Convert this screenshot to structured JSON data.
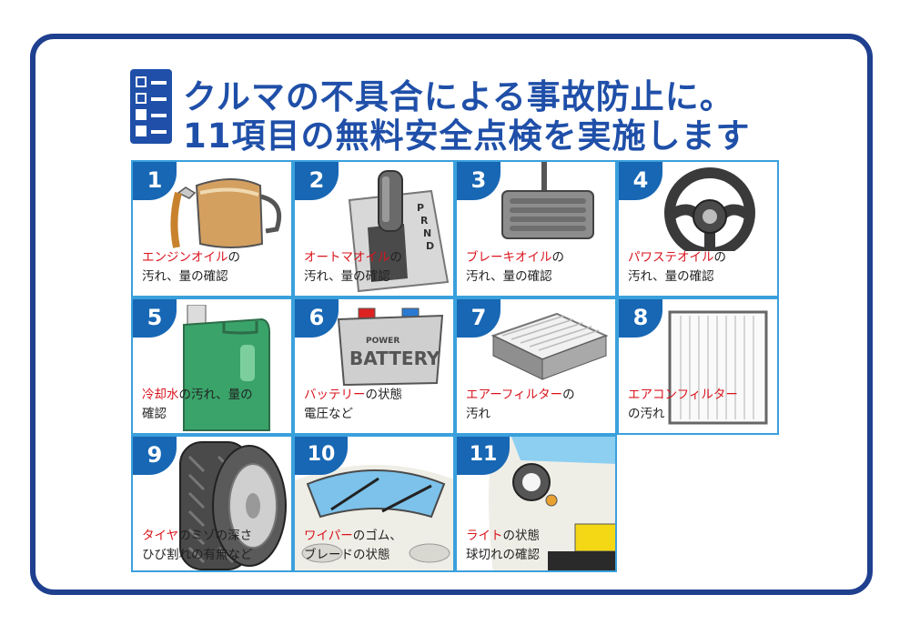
{
  "title": {
    "line1": "クルマの不具合による事故防止に。",
    "line2": "11項目の無料安全点検を実施します"
  },
  "items": [
    {
      "num": "1",
      "red": "エンジンオイル",
      "rest": "の",
      "line2": "汚れ、量の確認",
      "icon": "oil-pot-icon"
    },
    {
      "num": "2",
      "red": "オートマオイル",
      "rest": "の",
      "line2": "汚れ、量の確認",
      "icon": "gear-shift-icon",
      "gear_letters": [
        "P",
        "R",
        "N",
        "D"
      ]
    },
    {
      "num": "3",
      "red": "ブレーキオイル",
      "rest": "の",
      "line2": "汚れ、量の確認",
      "icon": "brake-pedal-icon"
    },
    {
      "num": "4",
      "red": "パワステオイル",
      "rest": "の",
      "line2": "汚れ、量の確認",
      "icon": "steering-wheel-icon"
    },
    {
      "num": "5",
      "red": "冷却水",
      "rest": "の汚れ、量の",
      "line2": "確認",
      "icon": "coolant-tank-icon"
    },
    {
      "num": "6",
      "red": "バッテリー",
      "rest": "の状態",
      "line2": "電圧など",
      "icon": "battery-icon",
      "battery_text": [
        "POWER",
        "BATTERY"
      ]
    },
    {
      "num": "7",
      "red": "エアーフィルター",
      "rest": "の",
      "line2": "汚れ",
      "icon": "air-filter-icon"
    },
    {
      "num": "8",
      "red": "エアコンフィルター",
      "rest": "",
      "line2": "の汚れ",
      "icon": "ac-filter-icon"
    },
    {
      "num": "9",
      "red": "タイヤ",
      "rest": "のミゾの深さ",
      "line2": "ひび割れの有無など",
      "icon": "tire-icon"
    },
    {
      "num": "10",
      "red": "ワイパー",
      "rest": "のゴム、",
      "line2": "ブレードの状態",
      "icon": "wiper-icon"
    },
    {
      "num": "11",
      "red": "ライト",
      "rest": "の状態",
      "line2": "球切れの確認",
      "icon": "headlight-icon"
    }
  ],
  "colors": {
    "brand_blue": "#1f4fa8",
    "number_blue": "#1767b4",
    "border_cyan": "#3aa0dc",
    "accent_red": "#d9141e"
  }
}
